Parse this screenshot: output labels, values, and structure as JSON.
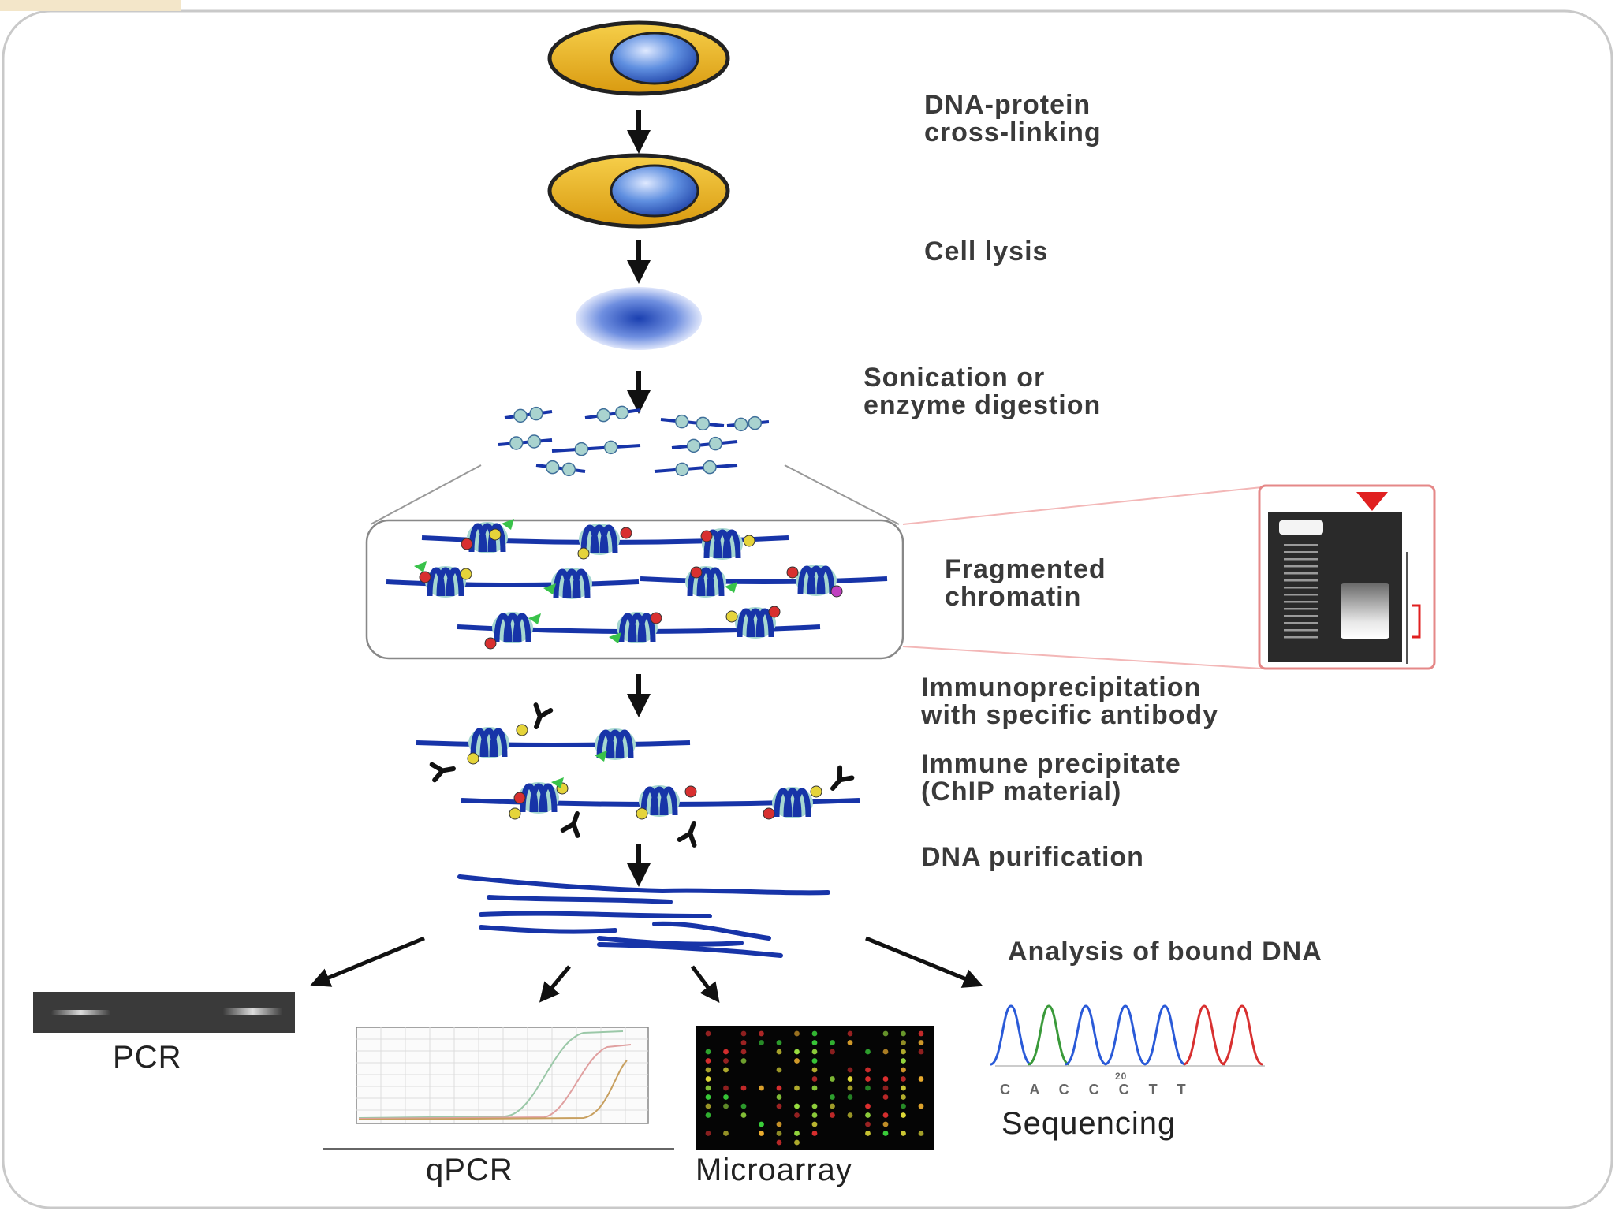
{
  "steps": {
    "crosslink": "DNA-protein\ncross-linking",
    "lysis": "Cell lysis",
    "sonication": "Sonication or\nenzyme digestion",
    "fragmented": "Fragmented\nchromatin",
    "immunoprecipitation": "Immunoprecipitation\nwith specific antibody",
    "immune_precipitate": "Immune precipitate\n(ChIP material)",
    "purification": "DNA purification",
    "analysis": "Analysis of bound DNA"
  },
  "methods": {
    "pcr": "PCR",
    "qpcr": "qPCR",
    "microarray": "Microarray",
    "sequencing": "Sequencing"
  },
  "sequence": {
    "bases": "C A C C C T T",
    "position": "20"
  },
  "colors": {
    "cell_cytoplasm": "#e8b21a",
    "nucleus": "#3a6fd0",
    "dna": "#1734a8",
    "highlight_red": "#e02020",
    "antibody": "#111111"
  }
}
